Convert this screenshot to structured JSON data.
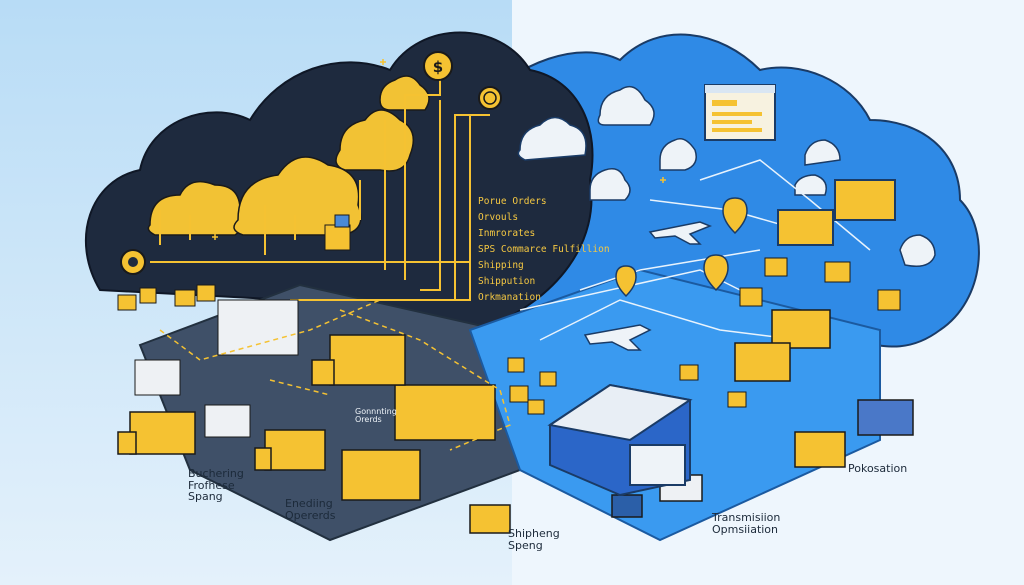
{
  "labels": {
    "list": [
      "Porue Orders",
      "Orvouls",
      "Inmrorates",
      "SPS Commarce Fulfillion",
      "Shipping",
      "Shippution",
      "Orkmanation"
    ],
    "bottom_left": "Buchering\nFrofhese\nSpang",
    "bottom_mid": "Enediing\nOpererds",
    "center": "Gonnnting\nOrerds",
    "bottom_shipping": "Shipheng\nSpeng",
    "transmission": "Transmisiion\nOpmsiiation",
    "right": "Pokosation"
  },
  "colors": {
    "dark_cloud": "#1e2a3e",
    "blue_cloud": "#2f8ae6",
    "gold": "#f5c232",
    "bg_left": "#d3e9fa",
    "bg_right": "#eaf4fc"
  }
}
